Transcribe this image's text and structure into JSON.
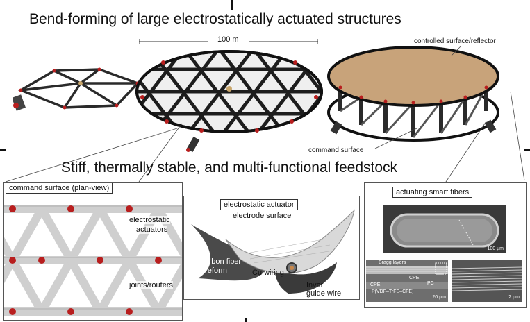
{
  "titles": {
    "top": "Bend-forming of large electrostatically actuated structures",
    "middle": "Stiff, thermally stable, and multi-functional feedstock"
  },
  "dimension": {
    "scale_label": "100 m"
  },
  "callouts": {
    "controlled_surface": "controlled surface/reflector",
    "command_surface": "command surface"
  },
  "panels": {
    "plan_view": {
      "title": "command surface (plan-view)",
      "labels": [
        "electrostatic",
        "actuators",
        "joints/routers"
      ]
    },
    "actuator": {
      "title": "electrostatic actuator",
      "electrode": "electrode surface",
      "carbon": [
        "carbon fiber",
        "preform"
      ],
      "cu": "Cu wiring",
      "invar": [
        "Invar",
        "guide wire"
      ]
    },
    "fibers": {
      "title": "actuating smart fibers",
      "scale1": "100 µm",
      "bragg": "Bragg layers",
      "cpe1": "CPE",
      "cpe2": "CPE",
      "pc": "PC",
      "pvdf": "P(VDF–TrFE–CFE)",
      "scale2": "20 µm",
      "scale3": "2 µm"
    }
  },
  "colors": {
    "joint": "#b81e1e",
    "reflector": "#c8a37a",
    "strut_dark": "#1a1a1a",
    "strut_light": "#d0d0d0"
  }
}
